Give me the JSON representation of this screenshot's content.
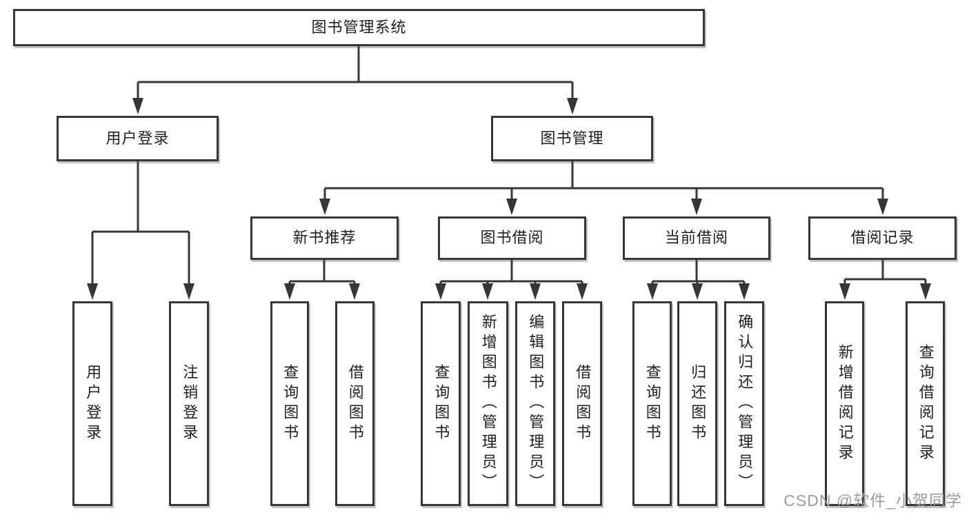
{
  "tree": {
    "root": {
      "label": "图书管理系统"
    },
    "children": [
      {
        "label": "用户登录",
        "children": [
          {
            "label": "用户登录"
          },
          {
            "label": "注销登录"
          }
        ]
      },
      {
        "label": "图书管理",
        "children": [
          {
            "label": "新书推荐",
            "children": [
              {
                "label": "查询图书"
              },
              {
                "label": "借阅图书"
              }
            ]
          },
          {
            "label": "图书借阅",
            "children": [
              {
                "label": "查询图书"
              },
              {
                "label": "新增图书（管理员）"
              },
              {
                "label": "编辑图书（管理员）"
              },
              {
                "label": "借阅图书"
              }
            ]
          },
          {
            "label": "当前借阅",
            "children": [
              {
                "label": "查询图书"
              },
              {
                "label": "归还图书"
              },
              {
                "label": "确认归还（管理员）"
              }
            ]
          },
          {
            "label": "借阅记录",
            "children": [
              {
                "label": "新增借阅记录"
              },
              {
                "label": "查询借阅记录"
              }
            ]
          }
        ]
      }
    ]
  },
  "watermark": {
    "text": "CSDN @软件_小贺同学"
  },
  "colors": {
    "line": "#363636",
    "text": "#1f1f1f",
    "watermark": "#9c9c9c",
    "background": "#ffffff"
  }
}
